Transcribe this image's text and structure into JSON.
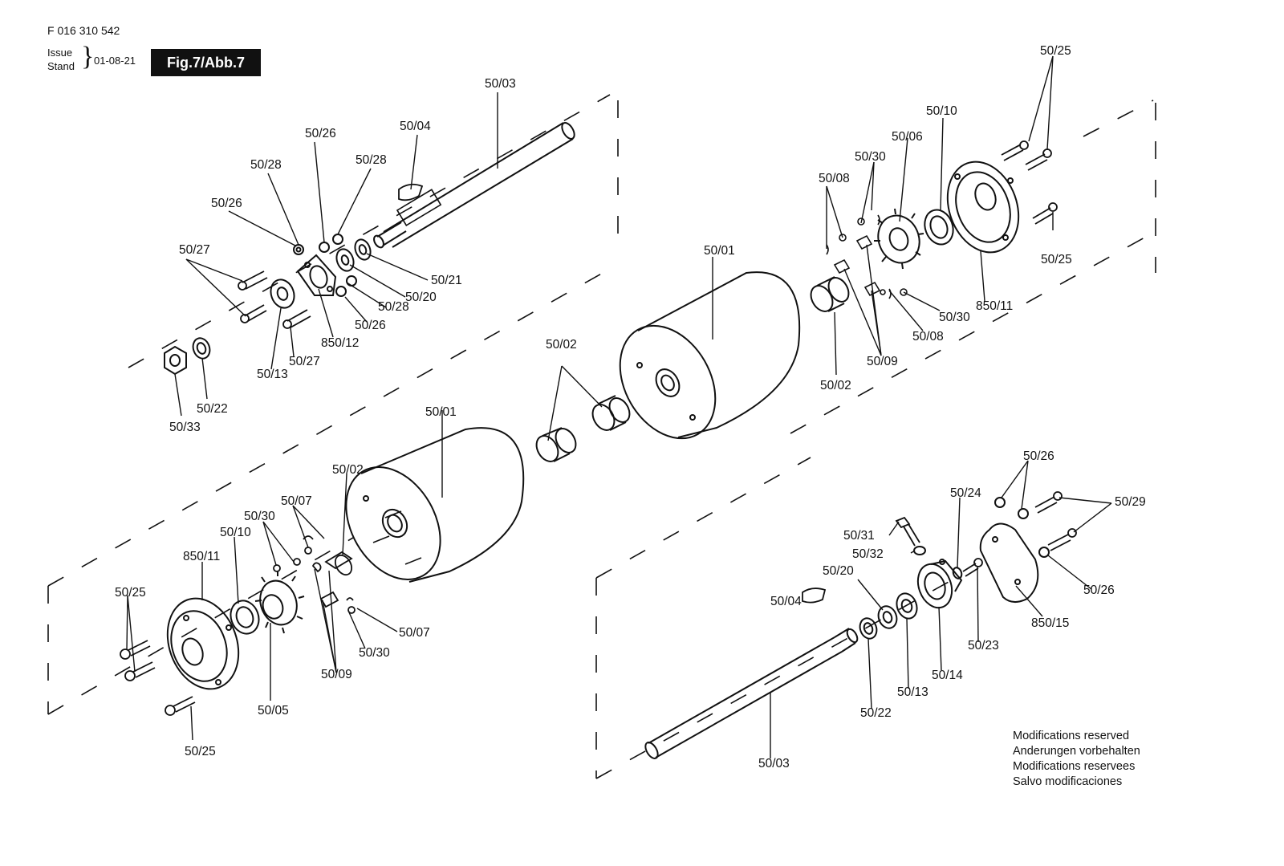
{
  "header": {
    "part_number": "F 016 310 542",
    "issue_label_1": "Issue",
    "issue_label_2": "Stand",
    "issue_date": "01-08-21",
    "figure_badge": "Fig.7/Abb.7"
  },
  "labels": {
    "top_5003": "50/03",
    "top_5004": "50/04",
    "top_5026_a": "50/26",
    "top_5028_a": "50/28",
    "top_5028_b": "50/28",
    "top_5026_b": "50/26",
    "top_5027_a": "50/27",
    "top_5021": "50/21",
    "top_5020": "50/20",
    "top_5028_c": "50/28",
    "top_5026_c": "50/26",
    "top_85012": "850/12",
    "top_5027_b": "50/27",
    "top_5013": "50/13",
    "top_5022": "50/22",
    "top_5033": "50/33",
    "top_5002": "50/02",
    "mid_5001_a": "50/01",
    "mid_5001_b": "50/01",
    "r_5025_a": "50/25",
    "r_5010": "50/10",
    "r_5006": "50/06",
    "r_5030_a": "50/30",
    "r_5008_a": "50/08",
    "r_5025_b": "50/25",
    "r_85011": "850/11",
    "r_5030_b": "50/30",
    "r_5008_b": "50/08",
    "r_5009": "50/09",
    "r_5002": "50/02",
    "l_5002": "50/02",
    "l_5007_a": "50/07",
    "l_5030_a": "50/30",
    "l_5010": "50/10",
    "l_85011": "850/11",
    "l_5025_a": "50/25",
    "l_5007_b": "50/07",
    "l_5030_b": "50/30",
    "l_5009": "50/09",
    "l_5005": "50/05",
    "l_5025_b": "50/25",
    "br_5026_a": "50/26",
    "br_5024": "50/24",
    "br_5029": "50/29",
    "br_5031": "50/31",
    "br_5032": "50/32",
    "br_5020": "50/20",
    "br_5026_b": "50/26",
    "br_5004": "50/04",
    "br_85015": "850/15",
    "br_5023": "50/23",
    "br_5014": "50/14",
    "br_5013": "50/13",
    "br_5022": "50/22",
    "br_5003": "50/03"
  },
  "footnote": [
    "Modifications reserved",
    "Anderungen vorbehalten",
    "Modifications reservees",
    "Salvo modificaciones"
  ]
}
